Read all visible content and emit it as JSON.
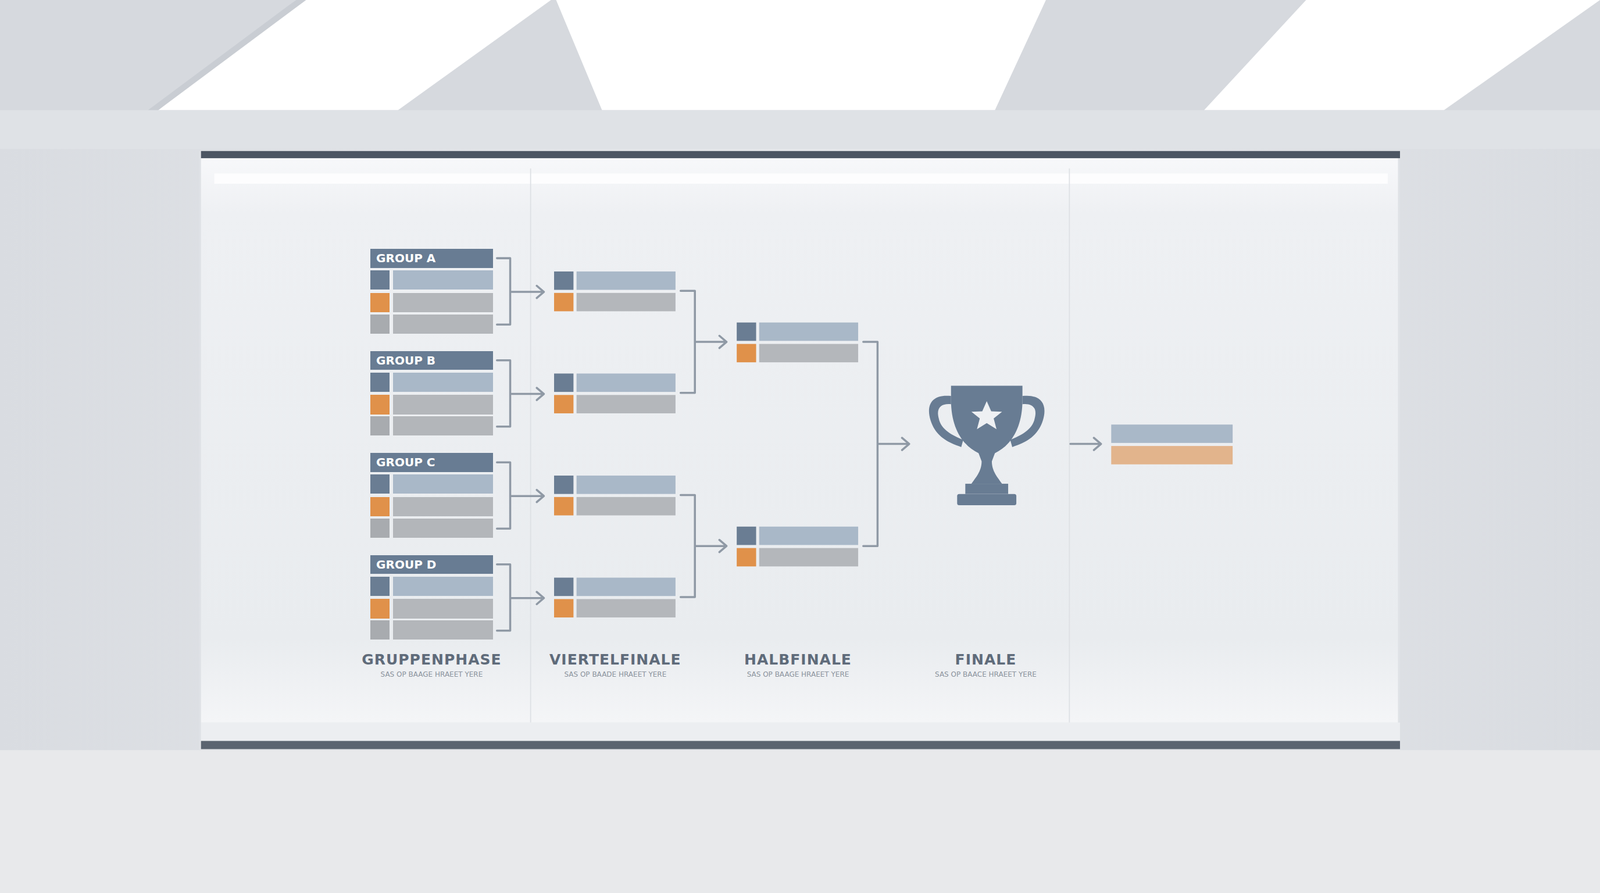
{
  "diagram": {
    "nodes": [
      {
        "text": [
          "GROUP A"
        ]
      },
      {
        "text": [
          "GROUP B"
        ]
      },
      {
        "text": [
          "GROUP C"
        ]
      },
      {
        "text": [
          "GROUP D"
        ]
      }
    ],
    "labels": [
      "GRUPPENPHASE",
      "SAS OP BAAGE HRAEET YERE",
      "VIERTELFINALE",
      "SAS OP BAADE HRAEET YERE",
      "HALBFINALE",
      "SAS OP BAAGE HRAEET YERE",
      "FINALE",
      "SAS OP BAACE HRAEET YERE"
    ]
  }
}
